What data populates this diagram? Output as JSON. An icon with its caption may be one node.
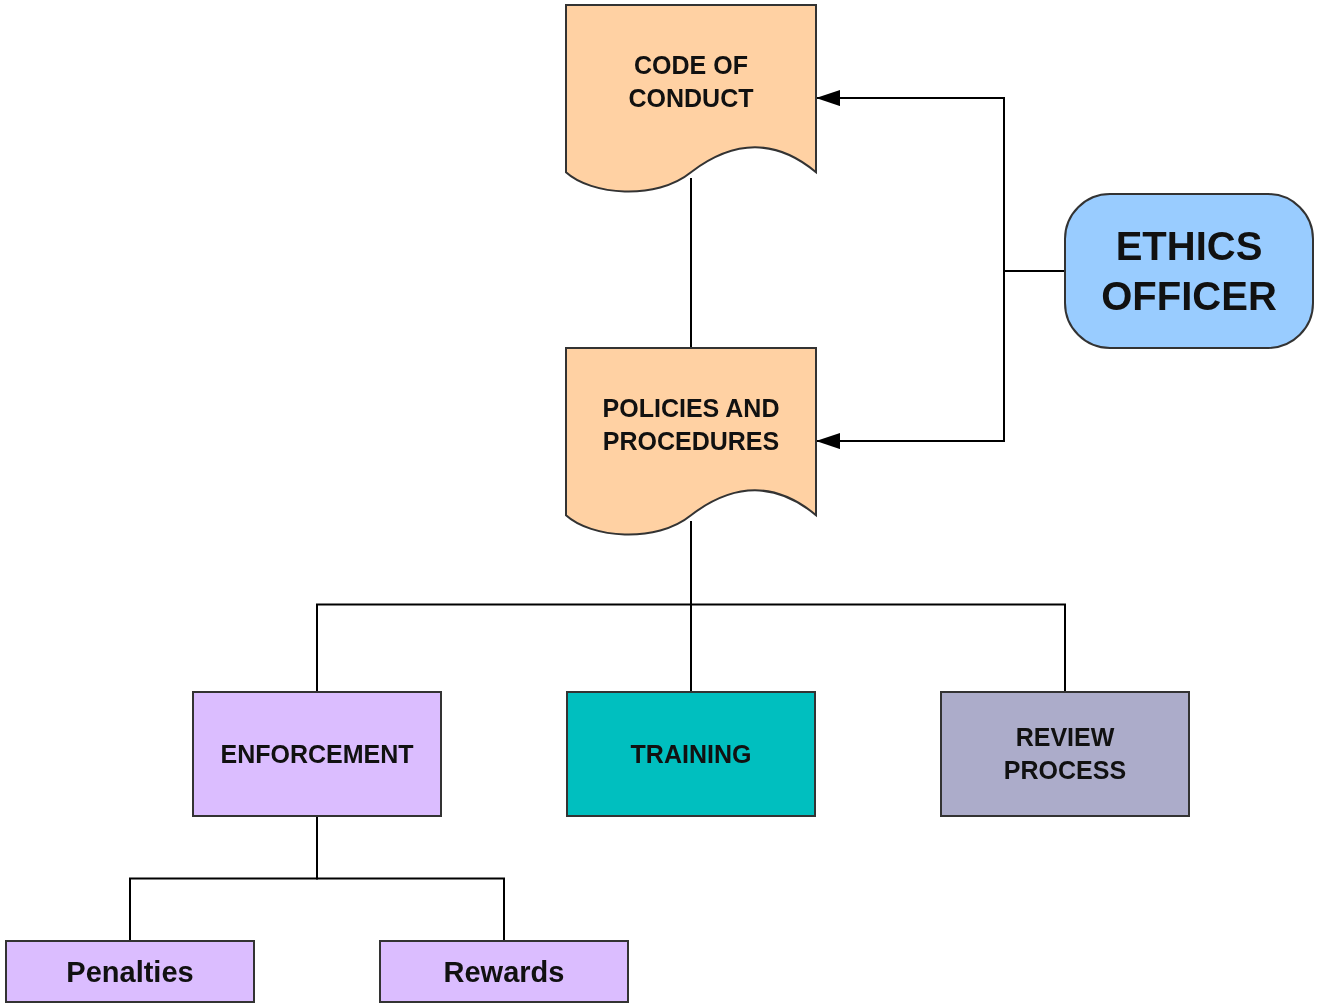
{
  "diagram": {
    "nodes": [
      {
        "text": [
          "CODE OF CONDUCT"
        ]
      },
      {
        "text": [
          "POLICIES AND PROCEDURES"
        ]
      },
      {
        "text": [
          "ETHICS OFFICER"
        ]
      },
      {
        "text": [
          "ENFORCEMENT"
        ]
      },
      {
        "text": [
          "TRAINING"
        ]
      },
      {
        "text": [
          "REVIEW PROCESS"
        ]
      },
      {
        "text": [
          "Penalties"
        ]
      },
      {
        "text": [
          "Rewards"
        ]
      }
    ],
    "edges": [
      {
        "from": 2,
        "to": 0,
        "arrow": "to"
      },
      {
        "from": 2,
        "to": 1,
        "arrow": "to"
      },
      {
        "from": 0,
        "to": 1,
        "arrow": "none"
      },
      {
        "from": 1,
        "to": 3,
        "arrow": "none"
      },
      {
        "from": 1,
        "to": 4,
        "arrow": "none"
      },
      {
        "from": 1,
        "to": 5,
        "arrow": "none"
      },
      {
        "from": 3,
        "to": 6,
        "arrow": "none"
      },
      {
        "from": 3,
        "to": 7,
        "arrow": "none"
      }
    ]
  }
}
